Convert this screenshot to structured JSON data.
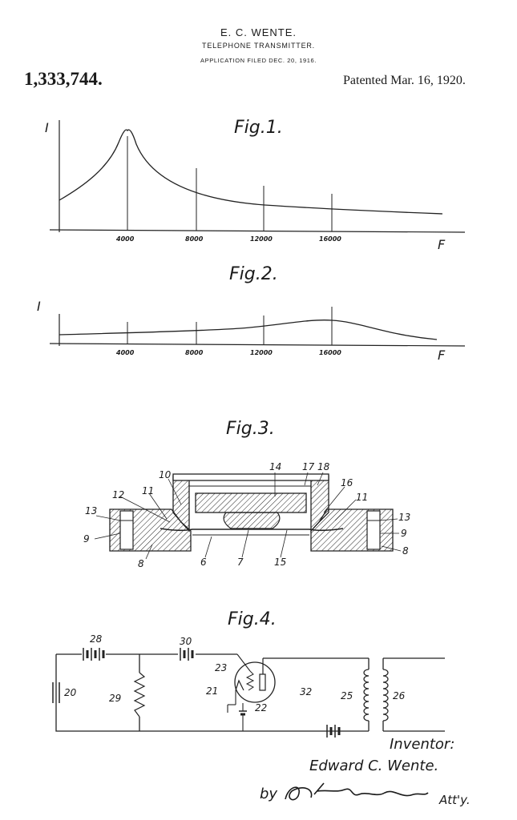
{
  "header": {
    "inventor_name": "E. C. WENTE.",
    "title": "TELEPHONE TRANSMITTER.",
    "application": "APPLICATION FILED DEC. 20, 1916.",
    "patent_number": "1,333,744.",
    "patented": "Patented Mar. 16, 1920."
  },
  "figures": {
    "fig1": {
      "label": "Fig.1.",
      "y_axis": "I",
      "x_axis": "F",
      "ticks": [
        "4000",
        "8000",
        "12000",
        "16000"
      ],
      "curve": "resonance peak near 4000"
    },
    "fig2": {
      "label": "Fig.2.",
      "y_axis": "I",
      "x_axis": "F",
      "ticks": [
        "4000",
        "8000",
        "12000",
        "16000"
      ],
      "curve": "flat response with broad hump near 16000"
    },
    "fig3": {
      "label": "Fig.3.",
      "refs": [
        "10",
        "14",
        "17",
        "18",
        "12",
        "11",
        "16",
        "11",
        "13",
        "13",
        "9",
        "9",
        "8",
        "8",
        "6",
        "7",
        "15"
      ]
    },
    "fig4": {
      "label": "Fig.4.",
      "refs": [
        "28",
        "30",
        "23",
        "20",
        "29",
        "21",
        "22",
        "32",
        "25",
        "26"
      ]
    }
  },
  "footer": {
    "inventor_label": "Inventor:",
    "inventor": "Edward C. Wente.",
    "by": "by",
    "attorney_label": "Att'y."
  },
  "colors": {
    "ink": "#1a1a1a",
    "paper": "#ffffff"
  }
}
